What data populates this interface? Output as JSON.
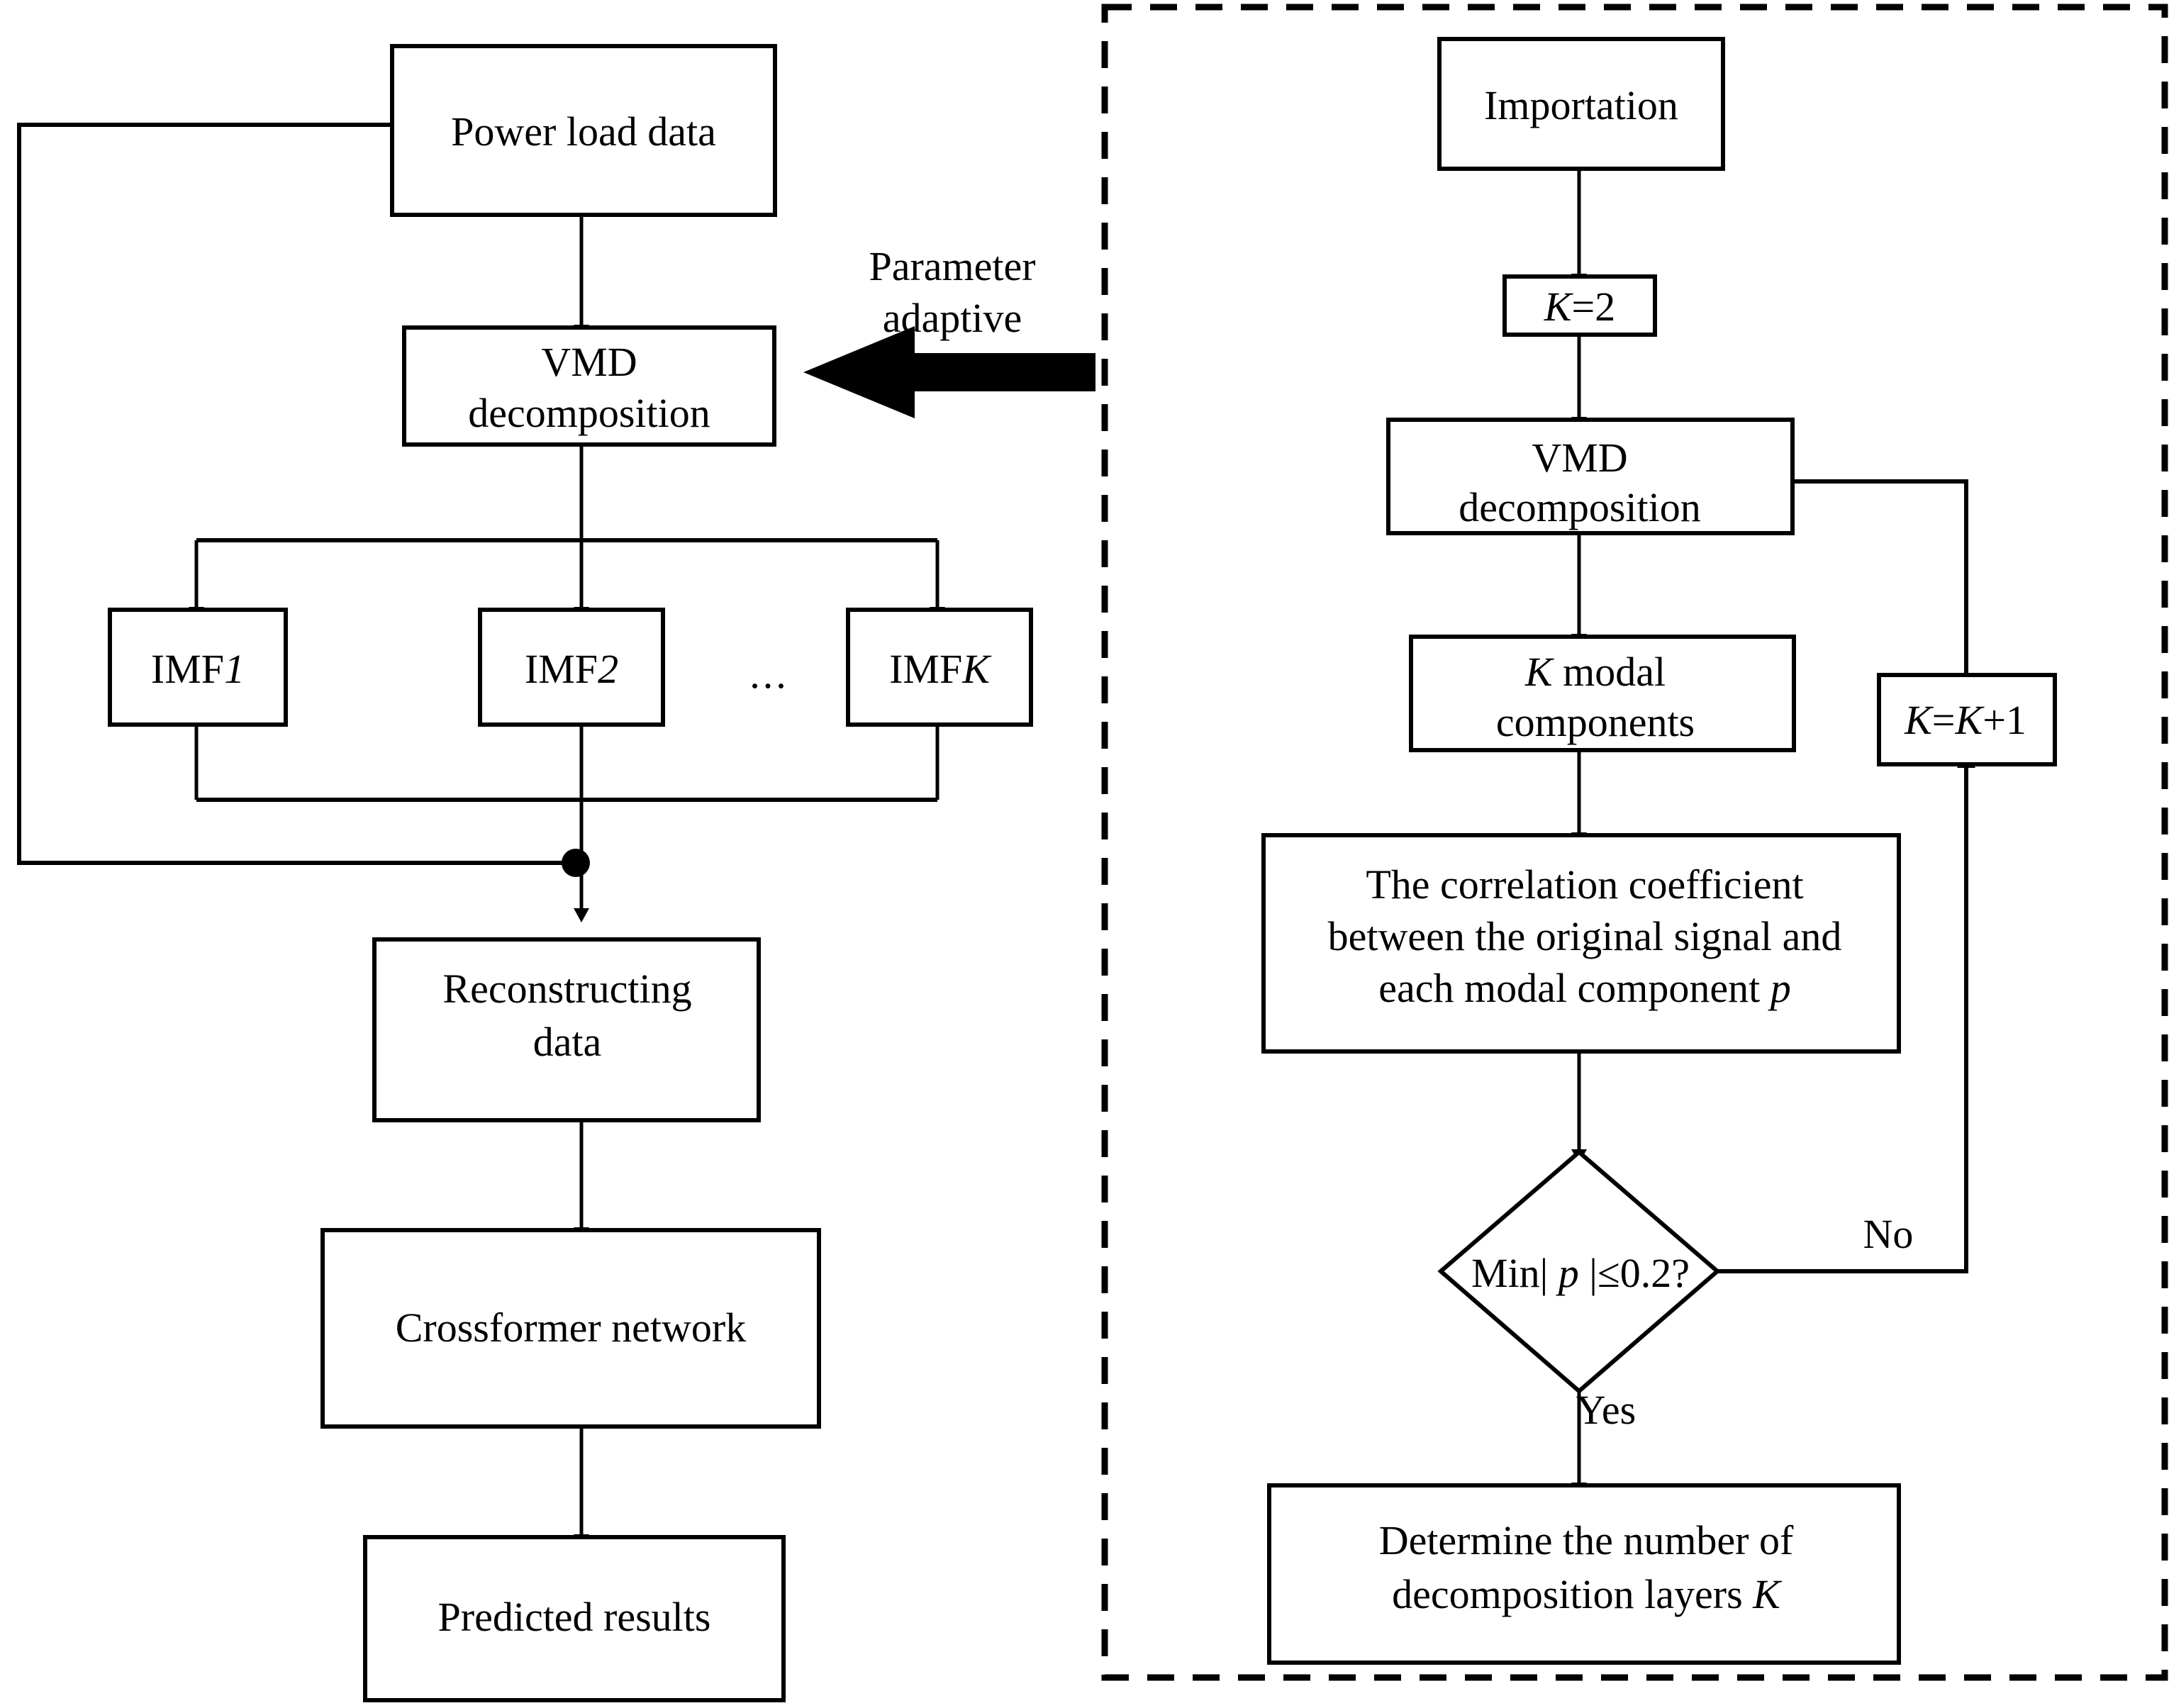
{
  "diagram": {
    "title_implicit": "VMD-Crossformer power load forecasting flowchart",
    "left_panel": {
      "nodes": {
        "power_load_data": "Power load data",
        "vmd_decomposition_line1": "VMD",
        "vmd_decomposition_line2": "decomposition",
        "imf1_prefix": "IMF",
        "imf1_index": "1",
        "imf2_prefix": "IMF",
        "imf2_index": "2",
        "ellipsis": "...",
        "imfk_prefix": "IMF",
        "imfk_index": "K",
        "reconstructing_line1": "Reconstructing",
        "reconstructing_line2": "data",
        "crossformer_network": "Crossformer network",
        "predicted_results": "Predicted results"
      },
      "annotations": {
        "parameter_adaptive_line1": "Parameter",
        "parameter_adaptive_line2": "adaptive"
      }
    },
    "right_panel": {
      "nodes": {
        "importation": "Importation",
        "k_init_var": "K",
        "k_init_rest": "=2",
        "vmd_decomposition_line1": "VMD",
        "vmd_decomposition_line2": "decomposition",
        "k_modal_var": "K",
        "k_modal_rest": " modal",
        "k_modal_line2": "components",
        "corr_line1": "The correlation coefficient",
        "corr_line2": "between the original signal and",
        "corr_line3_pre": "each modal component ",
        "corr_line3_var": "p",
        "decision_pre": "Min| ",
        "decision_var": "p",
        "decision_post": " |≤0.2?",
        "k_increment_var1": "K",
        "k_increment_mid": "=",
        "k_increment_var2": "K",
        "k_increment_post": "+1",
        "determine_line1": "Determine the number of",
        "determine_line2_pre": "decomposition layers ",
        "determine_line2_var": "K"
      },
      "edge_labels": {
        "no": "No",
        "yes": "Yes"
      }
    },
    "colors": {
      "stroke": "#000000",
      "fill": "#ffffff",
      "background": "#ffffff"
    }
  }
}
